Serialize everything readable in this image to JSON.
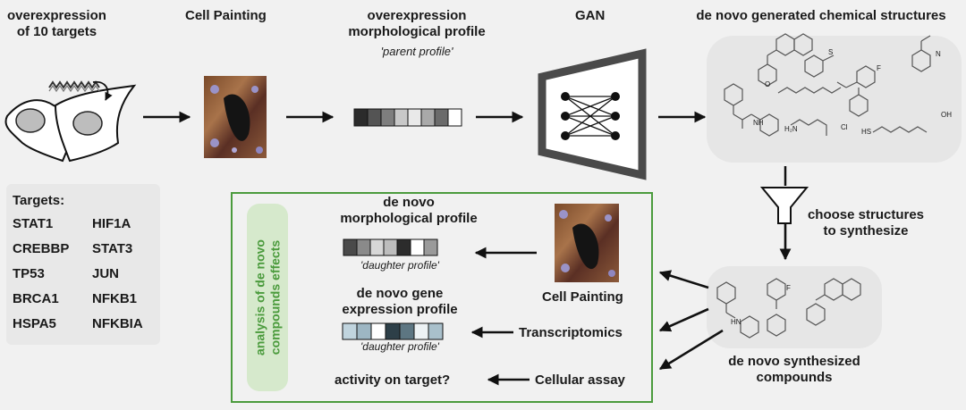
{
  "top_row": {
    "overexpression_title": [
      "overexpression",
      "of 10 targets"
    ],
    "cell_painting_title": "Cell Painting",
    "profile_title": [
      "overexpression",
      "morphological profile"
    ],
    "profile_subtitle": "'parent profile'",
    "gan_title": "GAN",
    "denovo_structures_title": "de novo generated chemical structures"
  },
  "targets": {
    "heading": "Targets:",
    "left": [
      "STAT1",
      "CREBBP",
      "TP53",
      "BRCA1",
      "HSPA5"
    ],
    "right": [
      "HIF1A",
      "STAT3",
      "JUN",
      "NFKB1",
      "NFKBIA"
    ]
  },
  "choose_step": [
    "choose structures",
    "to synthesize"
  ],
  "synthesized": [
    "de novo synthesized",
    "compounds"
  ],
  "analysis_box": {
    "side_label": [
      "analysis of de novo",
      "compounds effects"
    ],
    "morph_profile_title": [
      "de novo",
      "morphological profile"
    ],
    "morph_profile_subtitle": "'daughter profile'",
    "gene_profile_title": [
      "de novo gene",
      "expression profile"
    ],
    "gene_profile_subtitle": "'daughter profile'",
    "activity_label": "activity on target?",
    "cell_painting_label": "Cell Painting",
    "transcriptomics_label": "Transcriptomics",
    "cellular_assay_label": "Cellular assay"
  },
  "chem_labels": {
    "o": "O",
    "n": "N",
    "s": "S",
    "f": "F",
    "cl": "Cl",
    "h2n": "H₂N",
    "hs": "HS",
    "oh": "OH",
    "nh": "NH",
    "hn": "HN"
  },
  "colors": {
    "accent_green": "#4b9b3d",
    "background": "#f1f1f1",
    "panel": "#e6e6e6",
    "parent_profile": [
      "#2b2b2b",
      "#545454",
      "#7e7e7e",
      "#c8c8c8",
      "#e9e9e9",
      "#a9a9a9",
      "#6b6b6b",
      "#ffffff"
    ],
    "daughter_morph": [
      "#4a4a4a",
      "#8a8a8a",
      "#d7d7d7",
      "#bdbdbd",
      "#2c2c2c",
      "#ffffff",
      "#9a9a9a"
    ],
    "daughter_gene": [
      "#c0d4de",
      "#9db6c3",
      "#ffffff",
      "#2d3f48",
      "#5d7682",
      "#edf2f4",
      "#a9c0cb"
    ]
  }
}
